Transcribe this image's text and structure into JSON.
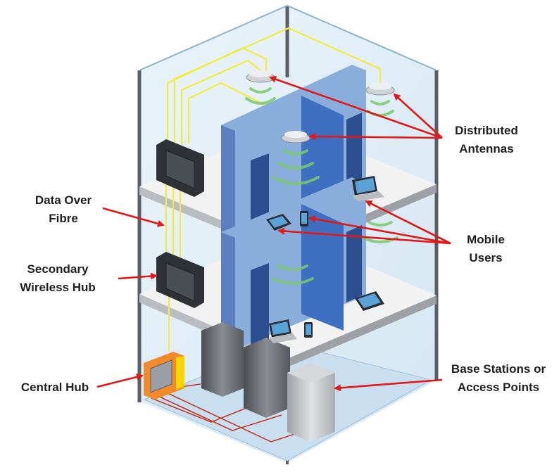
{
  "labels": {
    "distributed_antennas": [
      "Distributed",
      "Antennas"
    ],
    "data_over_fibre": [
      "Data Over",
      "Fibre"
    ],
    "mobile_users": [
      "Mobile",
      "Users"
    ],
    "secondary_wireless_hub": [
      "Secondary",
      "Wireless Hub"
    ],
    "central_hub": "Central Hub",
    "base_stations": [
      "Base Stations or",
      "Access Points"
    ]
  },
  "colors": {
    "glass": "#dcedf7",
    "frame": "#5a5f66",
    "floor": "#f2f2f2",
    "partition": "#8aaedb",
    "partition_dark": "#3f5f9e",
    "door": "#2e5fb0",
    "fibre": "#f2ec3c",
    "copper": "#c0392b",
    "arrow": "#e01818",
    "signal": "#7bc96f",
    "hub_secondary": "#3e4247",
    "hub_central": "#f08a2a",
    "rack": "#6b6f75",
    "rack_light": "#b7bbc0"
  },
  "icons": {
    "antenna": "ceiling-antenna-icon",
    "laptop": "laptop-icon",
    "tablet": "tablet-icon",
    "phone": "smartphone-icon",
    "server_rack": "server-rack-icon",
    "hub": "wireless-hub-icon"
  }
}
